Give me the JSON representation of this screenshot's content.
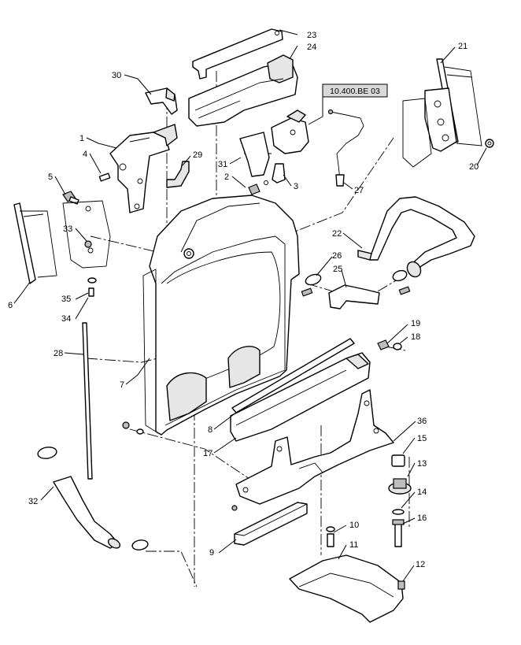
{
  "reference_label": "10.400.BE 03",
  "callouts": {
    "c1": "1",
    "c2": "2",
    "c3": "3",
    "c4": "4",
    "c5": "5",
    "c6": "6",
    "c7": "7",
    "c8": "8",
    "c9": "9",
    "c10": "10",
    "c11": "11",
    "c12": "12",
    "c13": "13",
    "c14": "14",
    "c15": "15",
    "c16": "16",
    "c17": "17",
    "c18": "18",
    "c19": "19",
    "c20": "20",
    "c21": "21",
    "c22": "22",
    "c23": "23",
    "c24": "24",
    "c25": "25",
    "c26": "26",
    "c27": "27",
    "c28": "28",
    "c29": "29",
    "c30": "30",
    "c31": "31",
    "c32": "32",
    "c33": "33",
    "c34": "34",
    "c35": "35",
    "c36": "36"
  }
}
